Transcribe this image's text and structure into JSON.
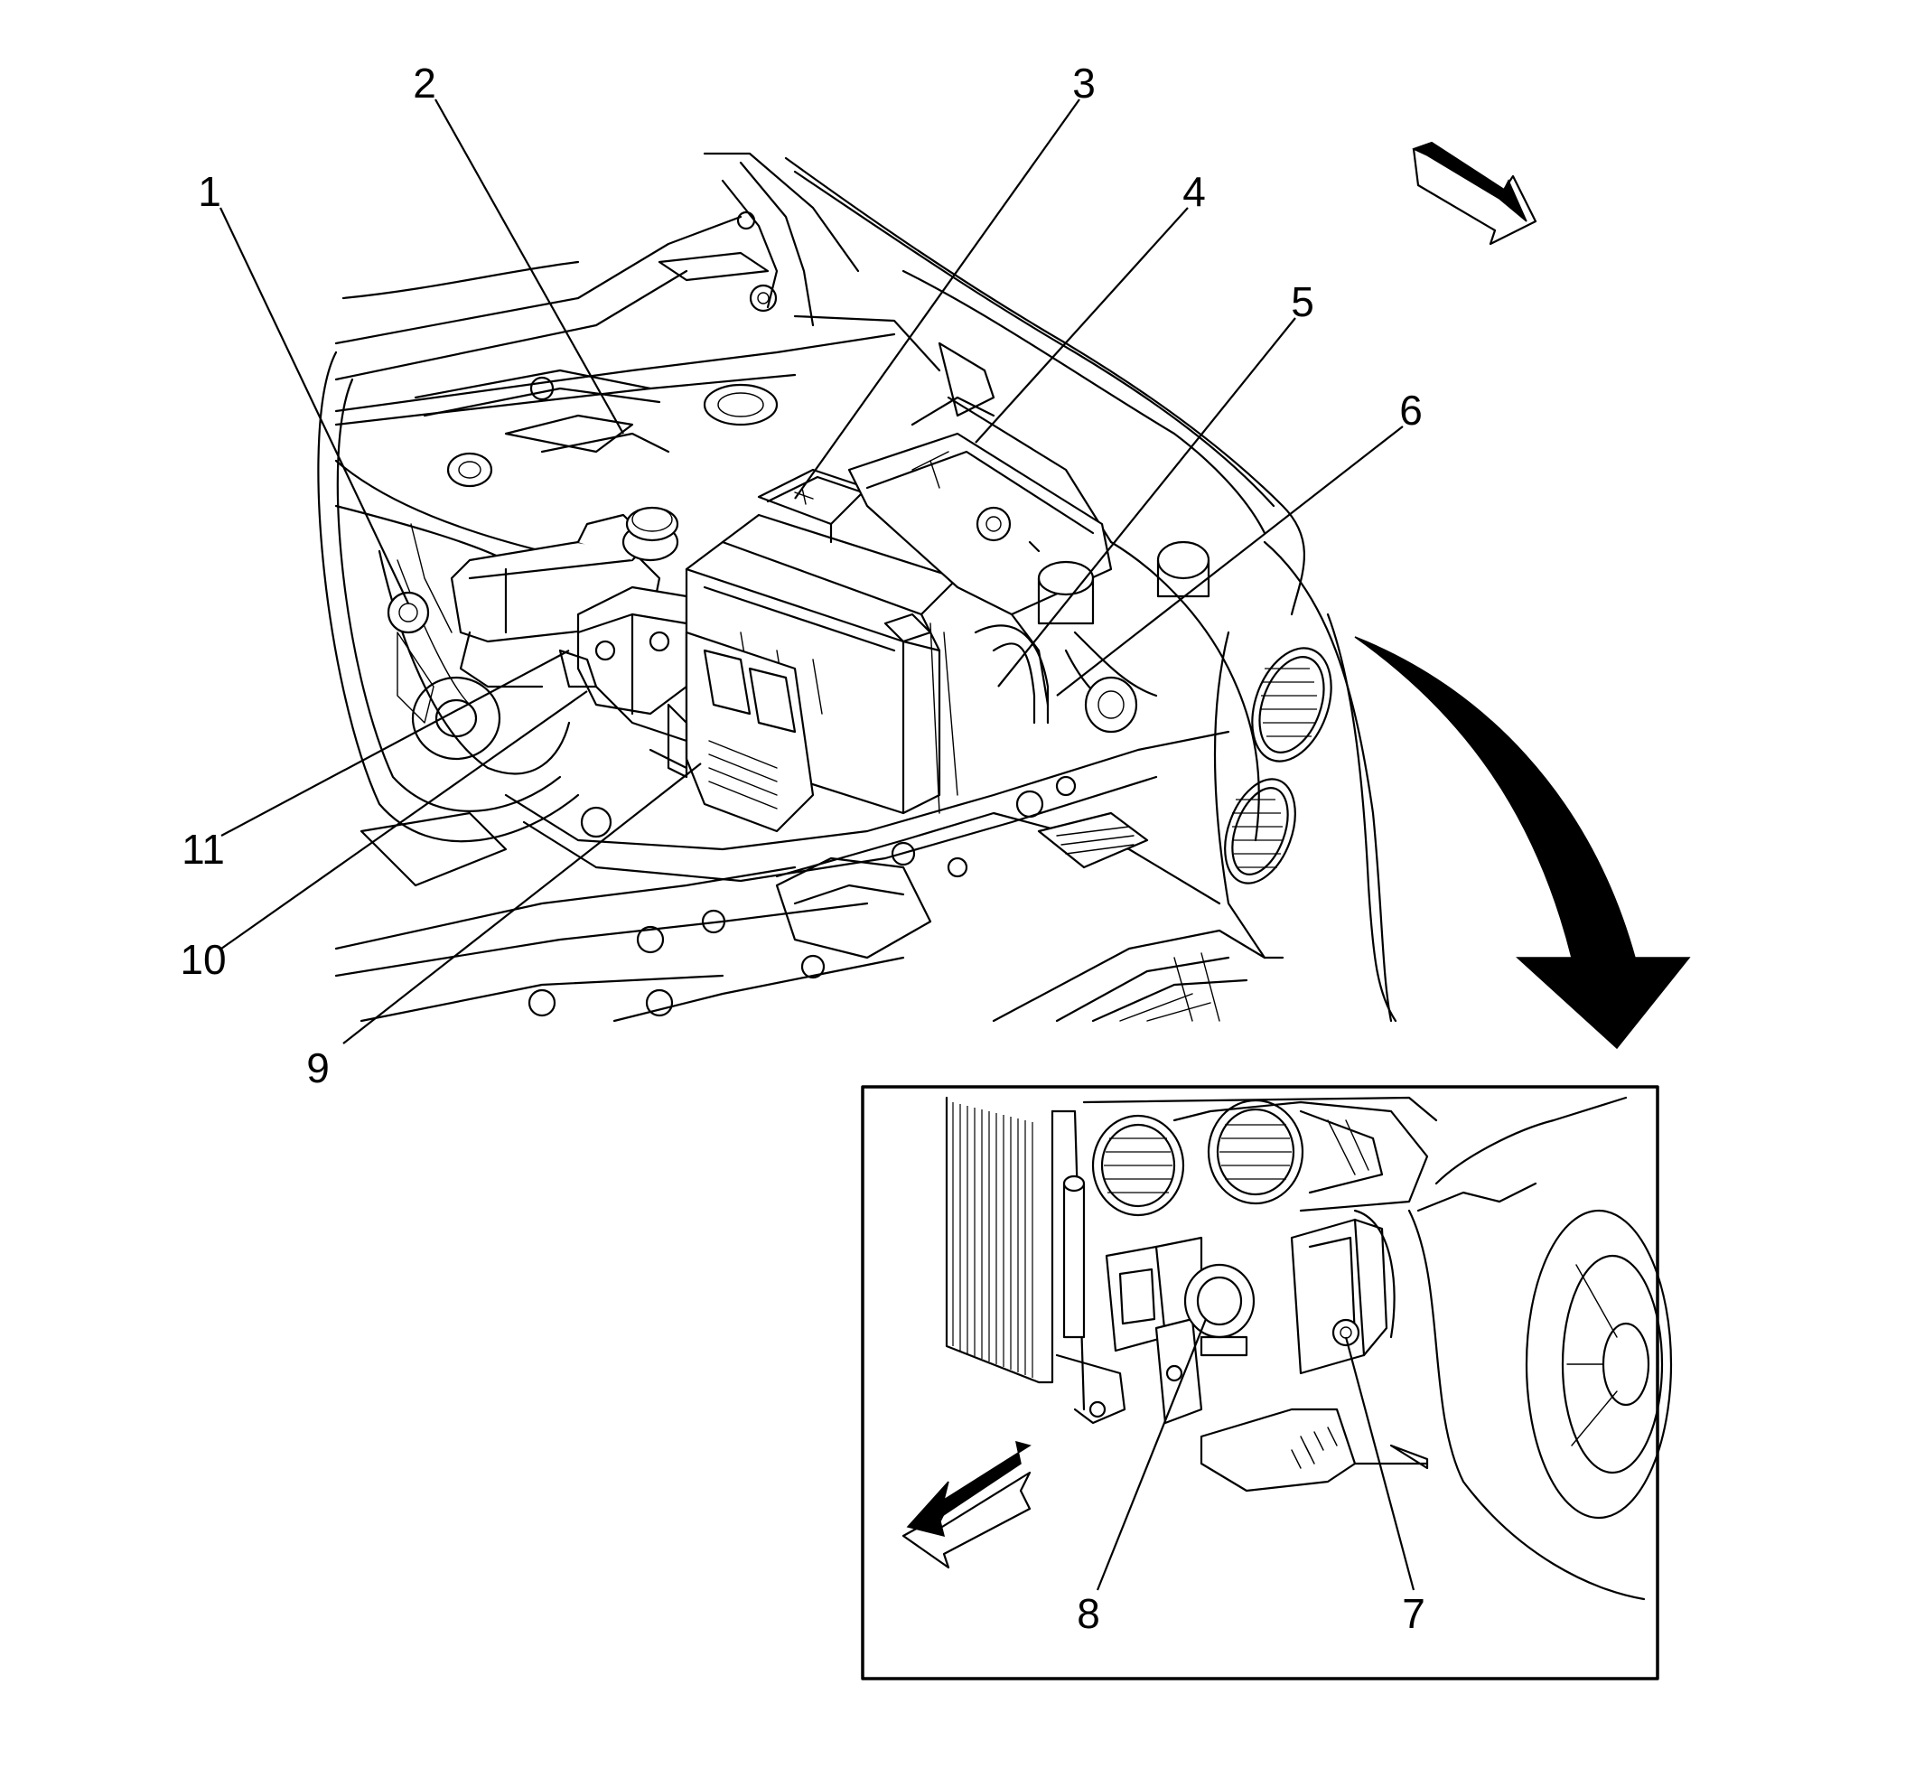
{
  "colors": {
    "ink": "#000000",
    "paper": "#ffffff"
  },
  "callouts": {
    "c1": "1",
    "c2": "2",
    "c3": "3",
    "c4": "4",
    "c5": "5",
    "c6": "6",
    "c7": "7",
    "c8": "8",
    "c9": "9",
    "c10": "10",
    "c11": "11"
  },
  "icons": {
    "direction_arrow_main": "arrow-pointing-front-icon",
    "direction_arrow_inset": "arrow-pointing-front-icon",
    "view_arrow": "curved-view-arrow-icon"
  }
}
